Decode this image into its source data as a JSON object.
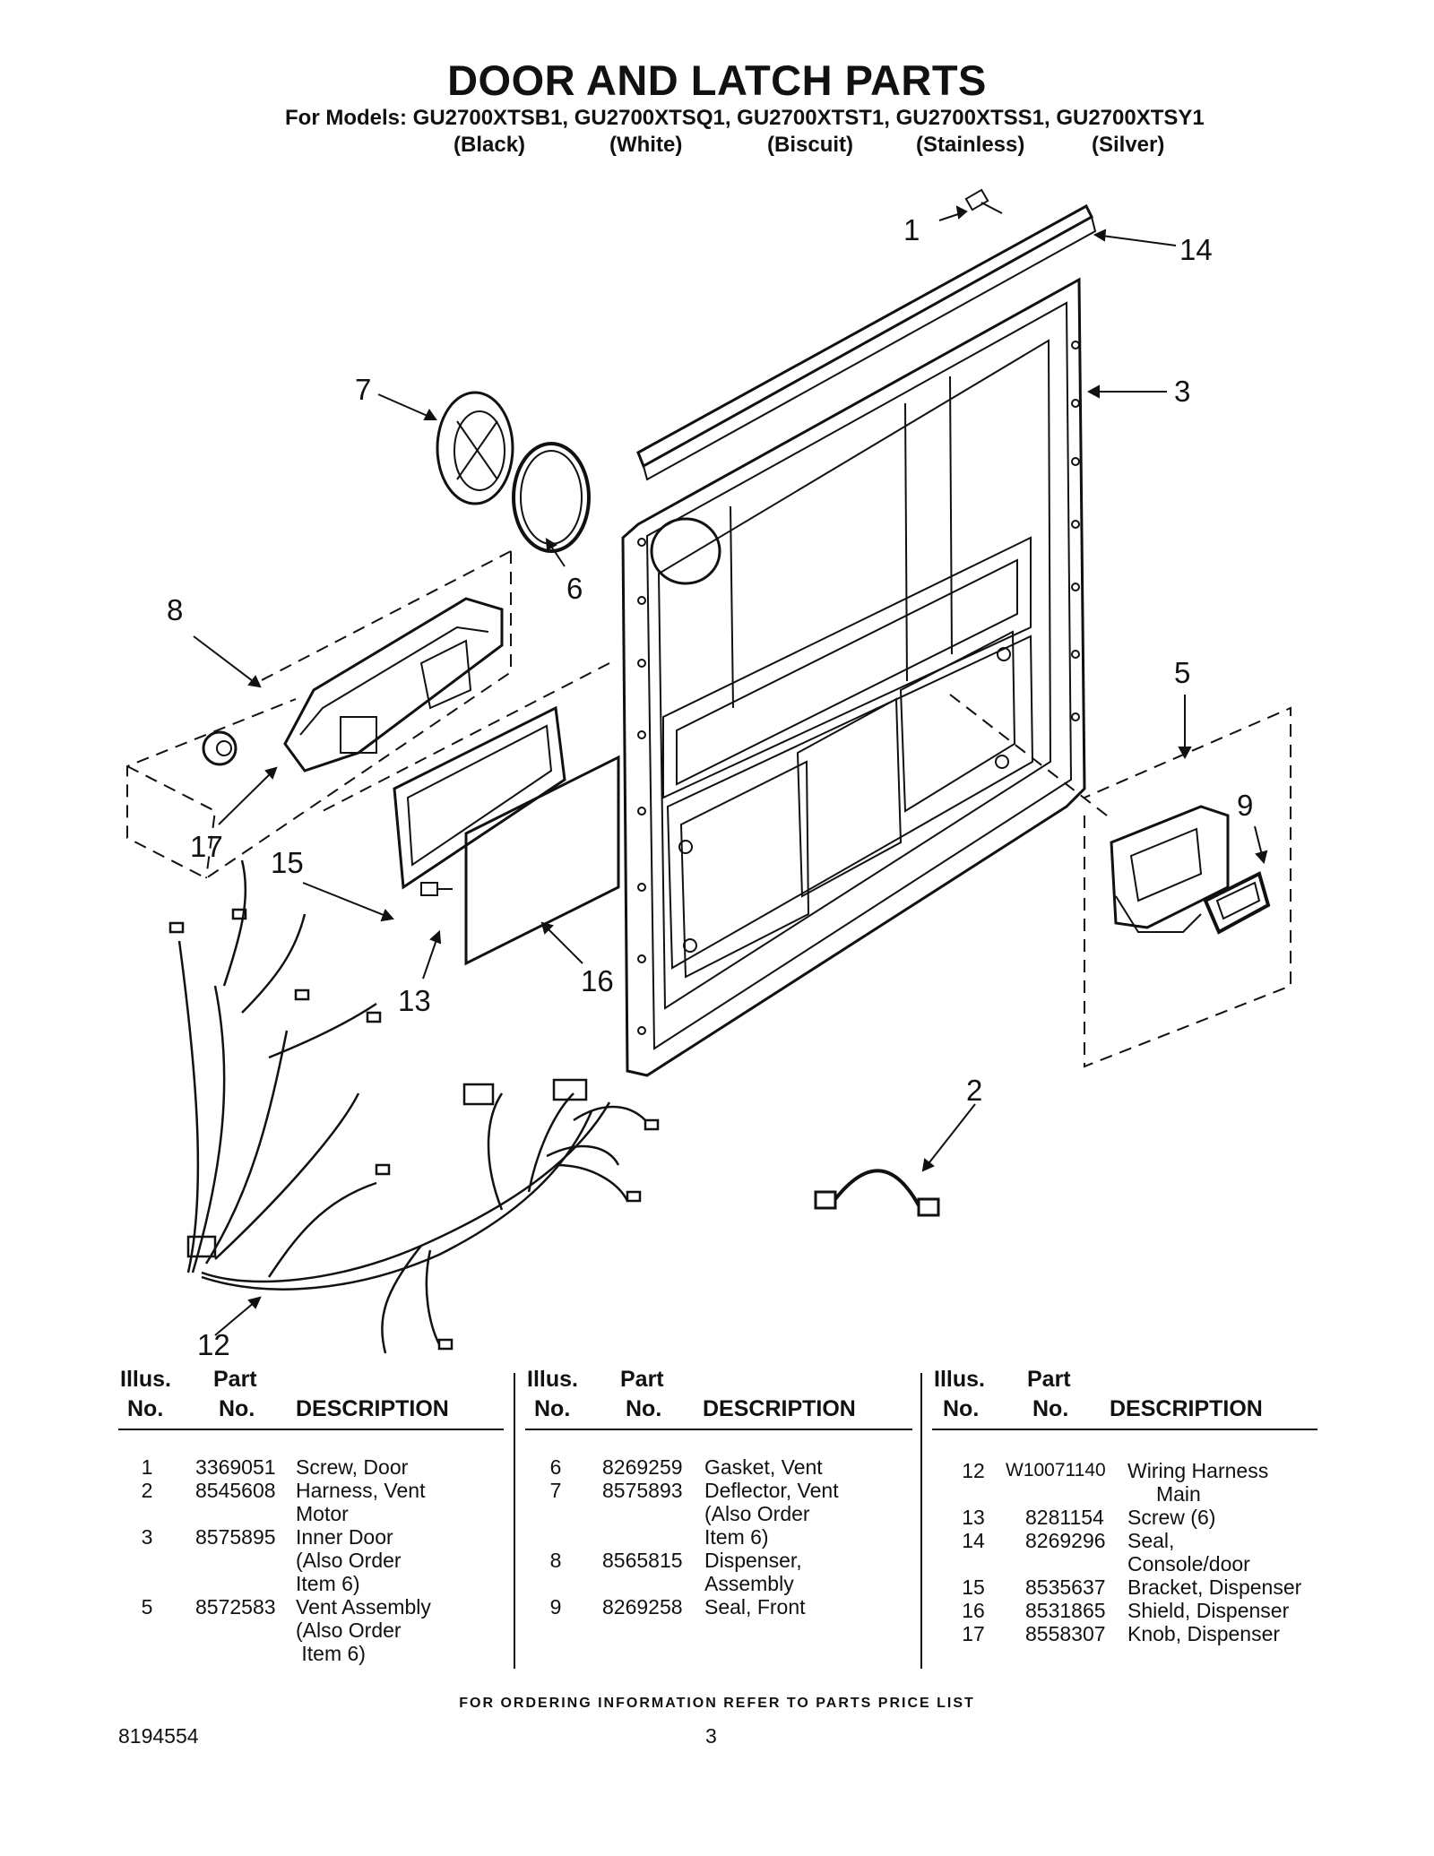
{
  "header": {
    "title": "DOOR AND LATCH PARTS",
    "models": "For Models: GU2700XTSB1, GU2700XTSQ1, GU2700XTST1, GU2700XTSS1, GU2700XTSY1",
    "colors": [
      "(Black)",
      "(White)",
      "(Biscuit)",
      "(Stainless)",
      "(Silver)"
    ]
  },
  "callouts": [
    "1",
    "14",
    "3",
    "7",
    "6",
    "8",
    "5",
    "9",
    "17",
    "15",
    "16",
    "13",
    "2",
    "12"
  ],
  "table": {
    "h_illus": "Illus.",
    "h_no": "No.",
    "h_part": "Part",
    "h_part_no": "No.",
    "h_desc": "DESCRIPTION",
    "columns": [
      [
        {
          "no": "1",
          "part": "3369051",
          "desc": [
            "Screw, Door"
          ]
        },
        {
          "no": "2",
          "part": "8545608",
          "desc": [
            "Harness, Vent",
            "Motor"
          ]
        },
        {
          "no": "3",
          "part": "8575895",
          "desc": [
            "Inner Door",
            "(Also Order",
            "Item 6)"
          ]
        },
        {
          "no": "5",
          "part": "8572583",
          "desc": [
            "Vent Assembly",
            "(Also Order",
            " Item 6)"
          ]
        }
      ],
      [
        {
          "no": "6",
          "part": "8269259",
          "desc": [
            "Gasket, Vent"
          ]
        },
        {
          "no": "7",
          "part": "8575893",
          "desc": [
            "Deflector, Vent",
            "(Also Order",
            "Item 6)"
          ]
        },
        {
          "no": "8",
          "part": "8565815",
          "desc": [
            "Dispenser,",
            "Assembly"
          ]
        },
        {
          "no": "9",
          "part": "8269258",
          "desc": [
            "Seal, Front"
          ]
        }
      ],
      [
        {
          "no": "12",
          "part": "W10071140",
          "desc": [
            "Wiring Harness",
            "     Main"
          ]
        },
        {
          "no": "13",
          "part": "8281154",
          "desc": [
            "Screw (6)"
          ]
        },
        {
          "no": "14",
          "part": "8269296",
          "desc": [
            "Seal,",
            "Console/door"
          ]
        },
        {
          "no": "15",
          "part": "8535637",
          "desc": [
            "Bracket, Dispenser"
          ]
        },
        {
          "no": "16",
          "part": "8531865",
          "desc": [
            "Shield, Dispenser"
          ]
        },
        {
          "no": "17",
          "part": "8558307",
          "desc": [
            "Knob, Dispenser"
          ]
        }
      ]
    ]
  },
  "footer": {
    "note": "FOR ORDERING INFORMATION REFER TO PARTS PRICE LIST",
    "doc_number": "8194554",
    "page": "3"
  }
}
